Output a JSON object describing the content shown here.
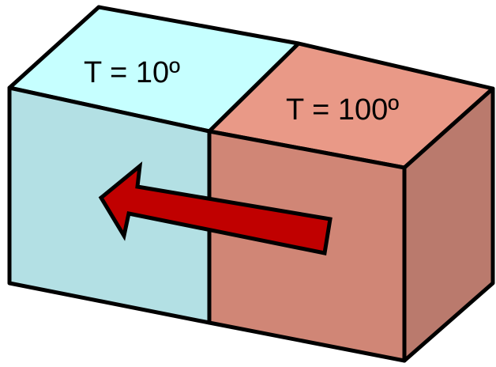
{
  "blocks": {
    "cold": {
      "label": "T = 10º",
      "colors": {
        "top": "#c6ffff",
        "front": "#b3e0e4"
      }
    },
    "hot": {
      "label": "T = 100º",
      "colors": {
        "top": "#e99987",
        "front": "#d08676",
        "side": "#ba7a6d"
      }
    }
  },
  "arrow": {
    "meaning": "heat-flow",
    "direction": "from hot block to cold block",
    "color": "#c00000"
  },
  "outline_color": "#000000"
}
